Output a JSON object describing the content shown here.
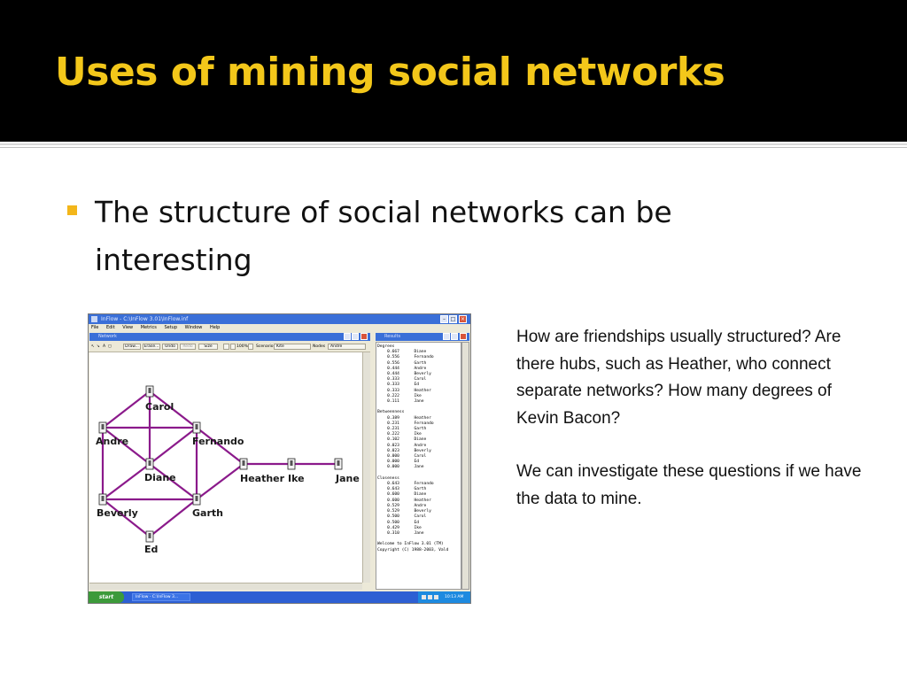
{
  "slide": {
    "title": "Uses of mining social networks",
    "bullet": "The structure of social networks can be interesting",
    "side_note": {
      "paragraph1": "How are friendships usually structured? Are there hubs, such as Heather, who connect separate networks? How many degrees of Kevin Bacon?",
      "paragraph2": "We can investigate these questions if we have the data to mine."
    },
    "colors": {
      "title_band": "#000000",
      "title_text": "#f3c71a",
      "bullet": "#f3b61a",
      "network_edge": "#8b1a8b"
    }
  },
  "app": {
    "window_title": "InFlow - C:\\InFlow 3.01\\InFlow.inf",
    "menu": [
      "File",
      "Edit",
      "View",
      "Metrics",
      "Setup",
      "Window",
      "Help"
    ],
    "network_window_title": "Network",
    "results_window_title": "Results",
    "toolbar": {
      "draw": "Draw...",
      "erase": "Erase...",
      "undo": "Undo",
      "redo": "Redo",
      "size": "Size",
      "zoom": "100%",
      "scenario_label": "Scenario",
      "scenario_value": "Kite",
      "nodes_label": "Nodes",
      "nodes_value": "Andre"
    },
    "nodes": [
      {
        "name": "Carol"
      },
      {
        "name": "Andre"
      },
      {
        "name": "Fernando"
      },
      {
        "name": "Diane"
      },
      {
        "name": "Heather"
      },
      {
        "name": "Ike"
      },
      {
        "name": "Jane"
      },
      {
        "name": "Beverly"
      },
      {
        "name": "Garth"
      },
      {
        "name": "Ed"
      }
    ],
    "edges": [
      [
        "Carol",
        "Andre"
      ],
      [
        "Carol",
        "Fernando"
      ],
      [
        "Carol",
        "Diane"
      ],
      [
        "Andre",
        "Fernando"
      ],
      [
        "Andre",
        "Diane"
      ],
      [
        "Andre",
        "Beverly"
      ],
      [
        "Fernando",
        "Diane"
      ],
      [
        "Fernando",
        "Garth"
      ],
      [
        "Fernando",
        "Heather"
      ],
      [
        "Diane",
        "Beverly"
      ],
      [
        "Diane",
        "Garth"
      ],
      [
        "Beverly",
        "Garth"
      ],
      [
        "Beverly",
        "Ed"
      ],
      [
        "Garth",
        "Ed"
      ],
      [
        "Garth",
        "Heather"
      ],
      [
        "Heather",
        "Ike"
      ],
      [
        "Ike",
        "Jane"
      ]
    ],
    "results": {
      "degrees_label": "Degrees",
      "degrees": [
        [
          "0.667",
          "Diane"
        ],
        [
          "0.556",
          "Fernando"
        ],
        [
          "0.556",
          "Garth"
        ],
        [
          "0.444",
          "Andre"
        ],
        [
          "0.444",
          "Beverly"
        ],
        [
          "0.333",
          "Carol"
        ],
        [
          "0.333",
          "Ed"
        ],
        [
          "0.333",
          "Heather"
        ],
        [
          "0.222",
          "Ike"
        ],
        [
          "0.111",
          "Jane"
        ]
      ],
      "betweenness_label": "Betweenness",
      "betweenness": [
        [
          "0.389",
          "Heather"
        ],
        [
          "0.231",
          "Fernando"
        ],
        [
          "0.231",
          "Garth"
        ],
        [
          "0.222",
          "Ike"
        ],
        [
          "0.102",
          "Diane"
        ],
        [
          "0.023",
          "Andre"
        ],
        [
          "0.023",
          "Beverly"
        ],
        [
          "0.000",
          "Carol"
        ],
        [
          "0.000",
          "Ed"
        ],
        [
          "0.000",
          "Jane"
        ]
      ],
      "closeness_label": "Closeness",
      "closeness": [
        [
          "0.643",
          "Fernando"
        ],
        [
          "0.643",
          "Garth"
        ],
        [
          "0.600",
          "Diane"
        ],
        [
          "0.600",
          "Heather"
        ],
        [
          "0.529",
          "Andre"
        ],
        [
          "0.529",
          "Beverly"
        ],
        [
          "0.500",
          "Carol"
        ],
        [
          "0.500",
          "Ed"
        ],
        [
          "0.429",
          "Ike"
        ],
        [
          "0.310",
          "Jane"
        ]
      ],
      "footer1": "Welcome to InFlow 3.01 (TM)",
      "footer2": "Copyright (C) 1988-2003, Vald"
    },
    "taskbar": {
      "start": "start",
      "task": "InFlow - C:\\InFlow 3...",
      "clock": "10:13 AM"
    }
  }
}
